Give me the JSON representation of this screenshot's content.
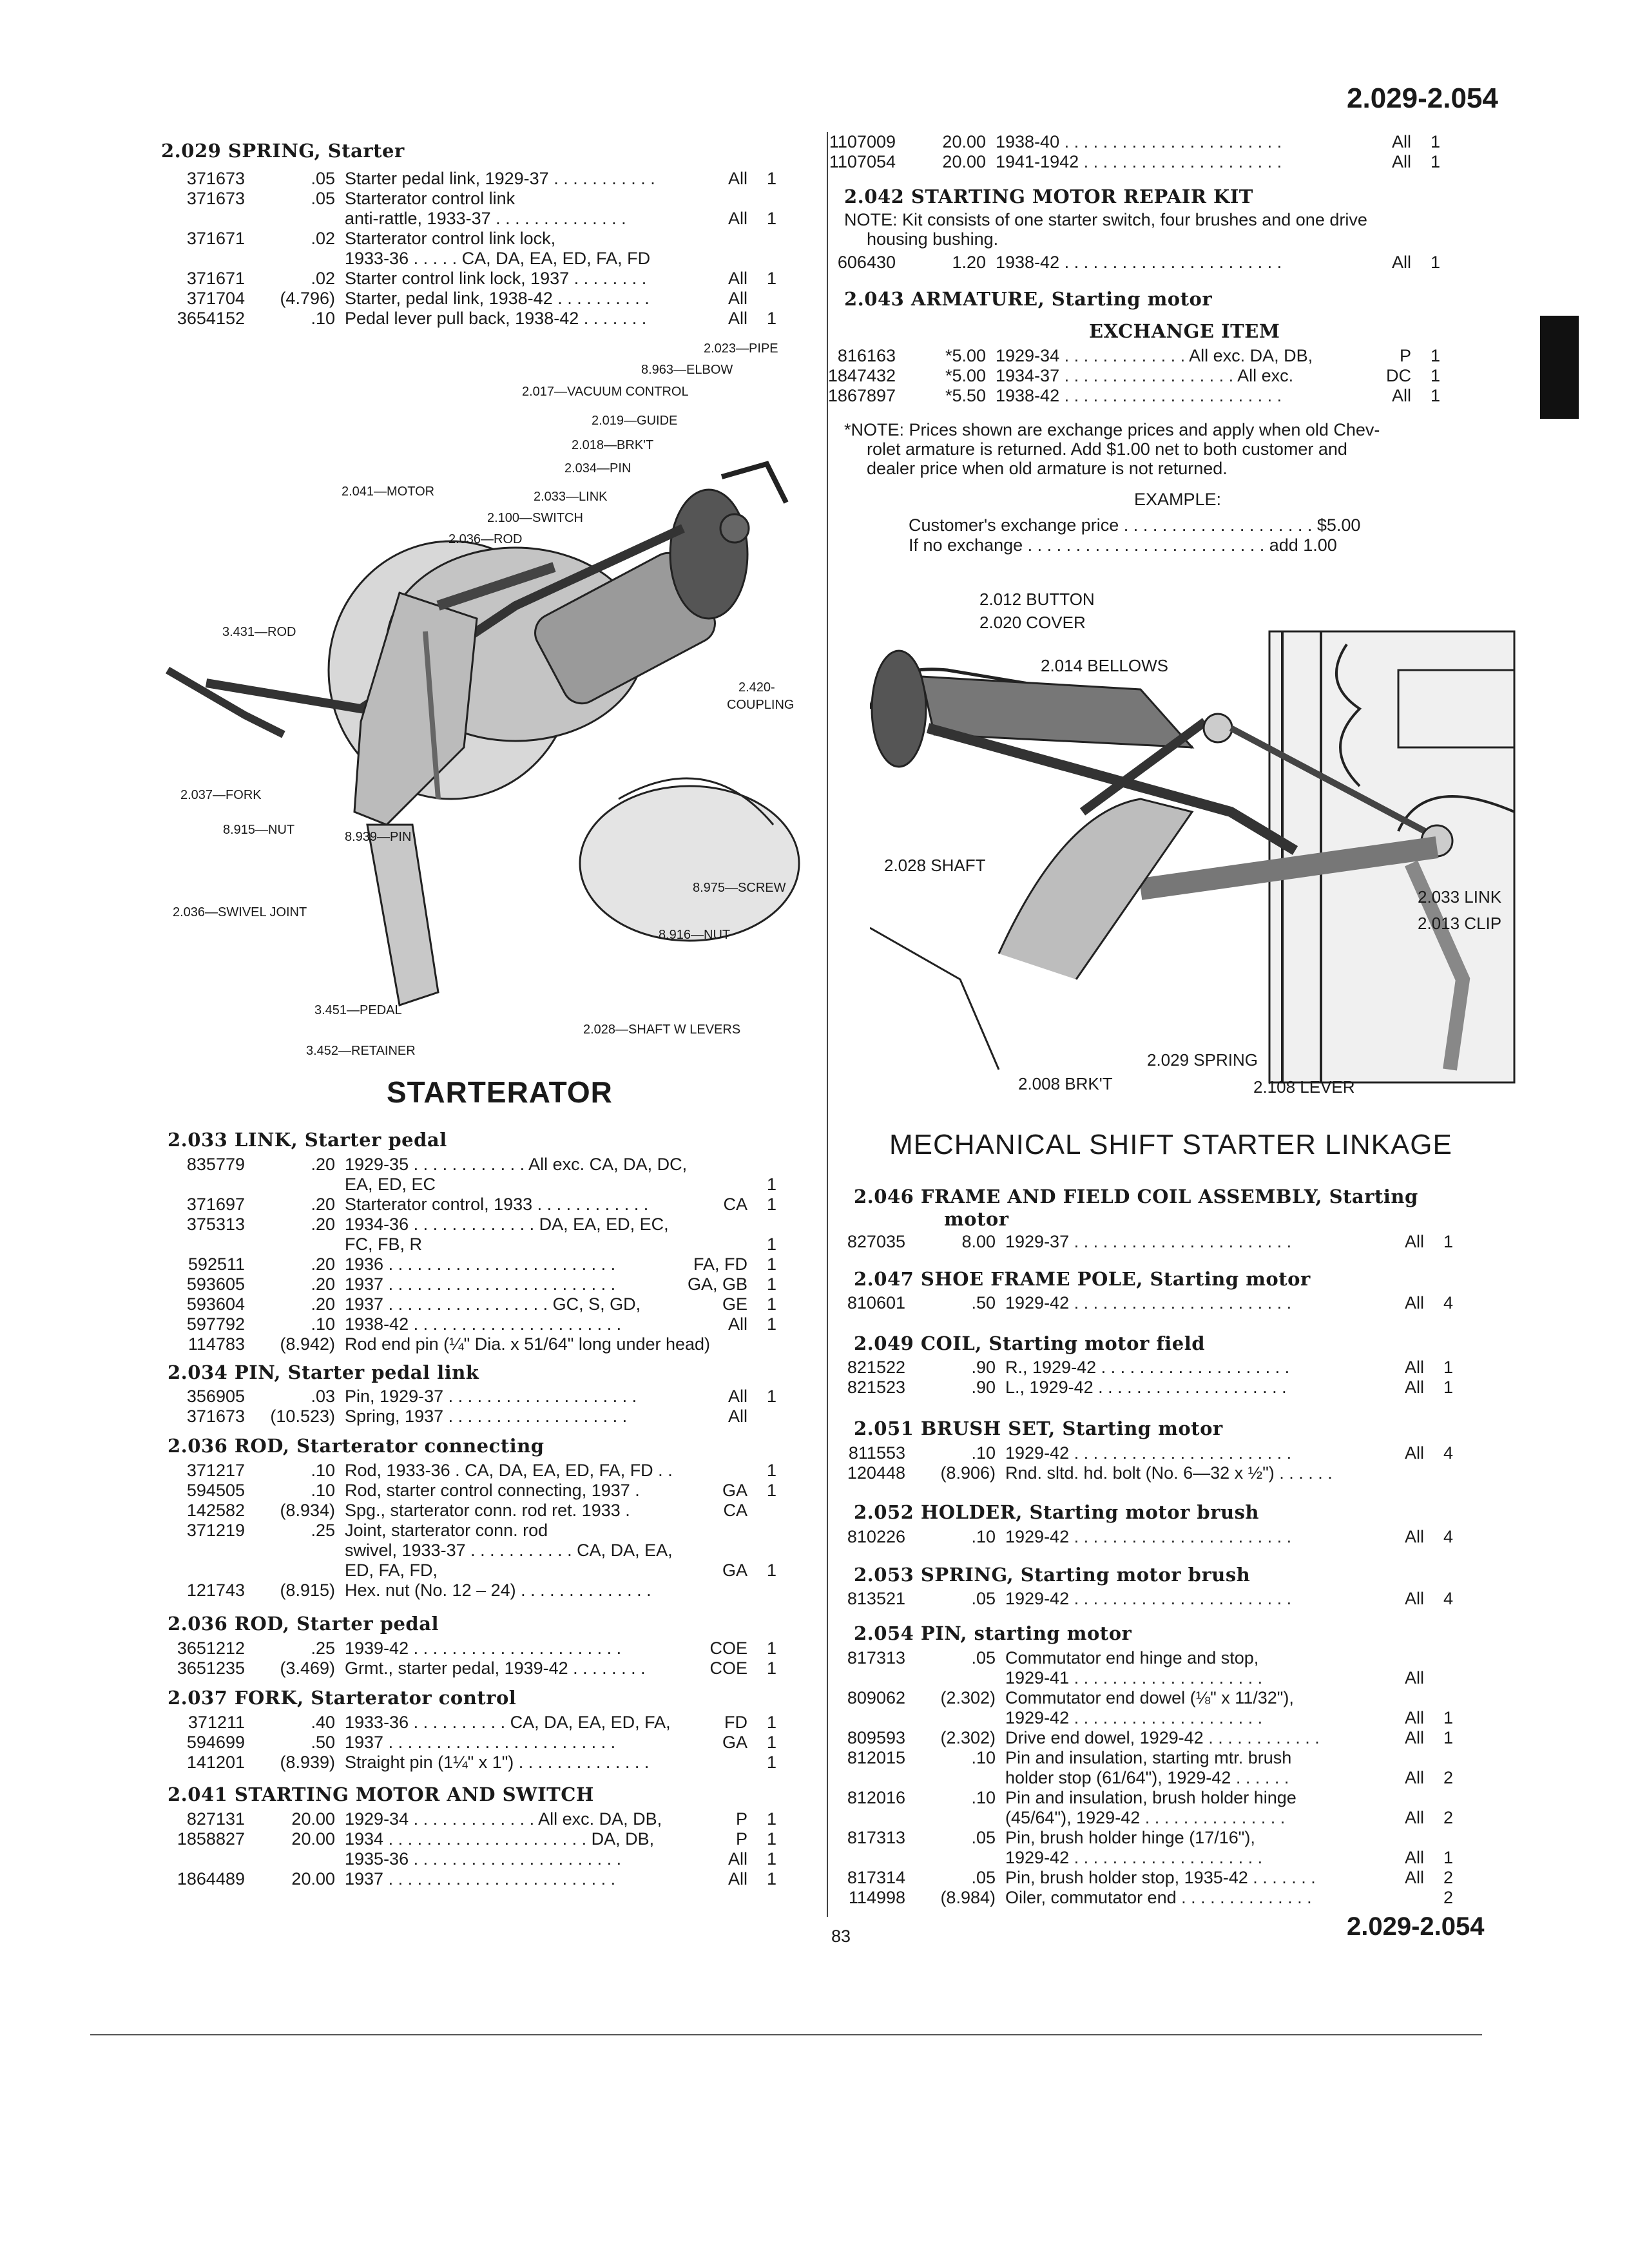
{
  "header": {
    "range_top": "2.029-2.054",
    "range_bottom": "2.029-2.054",
    "page_number": "83"
  },
  "left": {
    "sec_2029": {
      "title": "2.029  SPRING, Starter",
      "rows": [
        [
          "371673",
          ".05",
          "Starter pedal link, 1929-37 . . . . . . . . . . .",
          "All",
          "1"
        ],
        [
          "371673",
          ".05",
          "Starterator control link",
          "",
          ""
        ],
        [
          "",
          "",
          "   anti-rattle, 1933-37 . . . . . . . . . . . . . .",
          "All",
          "1"
        ],
        [
          "371671",
          ".02",
          "Starterator control link lock,",
          "",
          ""
        ],
        [
          "",
          "",
          "       1933-36 . . . . . CA, DA, EA, ED, FA, FD",
          "",
          ""
        ],
        [
          "371671",
          ".02",
          "Starter control link lock, 1937 . . . . . . . .",
          "All",
          "1"
        ],
        [
          "371704",
          "(4.796)",
          "Starter, pedal link, 1938-42 . . . . . . . . . .",
          "All",
          ""
        ],
        [
          "3654152",
          ".10",
          "Pedal lever pull back, 1938-42 . . . . . . .",
          "All",
          "1"
        ]
      ]
    },
    "diagram_labels": [
      "2.023—PIPE",
      "8.963—ELBOW",
      "2.017—VACUUM CONTROL",
      "2.019—GUIDE",
      "2.018—BRK'T",
      "2.034—PIN",
      "2.041—MOTOR",
      "2.033—LINK",
      "2.100—SWITCH",
      "2.036—ROD",
      "3.431—ROD",
      "2.420-",
      "COUPLING",
      "2.037—FORK",
      "8.915—NUT",
      "8.939—PIN",
      "2.036—SWIVEL JOINT",
      "8.975—SCREW",
      "8.916—NUT",
      "3.451—PEDAL",
      "3.452—RETAINER",
      "2.028—SHAFT W LEVERS"
    ],
    "diagram_title": "STARTERATOR",
    "sec_2033": {
      "title": "2.033  LINK, Starter pedal",
      "rows": [
        [
          "835779",
          ".20",
          "1929-35 . . . . . . . . . . . . All exc. CA, DA, DC,",
          "",
          ""
        ],
        [
          "",
          "",
          "                                               EA, ED, EC",
          "",
          "1"
        ],
        [
          "371697",
          ".20",
          "Starterator control, 1933 . . . . . . . . . . . .",
          "CA",
          "1"
        ],
        [
          "375313",
          ".20",
          "1934-36 . . . . . . . . . . . . .  DA, EA, ED, EC,",
          "",
          ""
        ],
        [
          "",
          "",
          "                                              FC, FB, R",
          "",
          "1"
        ],
        [
          "592511",
          ".20",
          "1936 . . . . . . . . . . . . . . . . . . . . . . . .",
          "FA, FD",
          "1"
        ],
        [
          "593605",
          ".20",
          "1937 . . . . . . . . . . . . . . . . . . . . . . . .",
          "GA, GB",
          "1"
        ],
        [
          "593604",
          ".20",
          "1937 . . . . . . . . . . . . . . . . . GC, S, GD,",
          "GE",
          "1"
        ],
        [
          "597792",
          ".10",
          "1938-42 . . . . . . . . . . . . . . . . . . . . . .",
          "All",
          "1"
        ],
        [
          "114783",
          "(8.942)",
          "Rod end pin (¼\" Dia. x 51/64\" long under head)",
          "",
          ""
        ]
      ]
    },
    "sec_2034": {
      "title": "2.034  PIN, Starter pedal link",
      "rows": [
        [
          "356905",
          ".03",
          "Pin, 1929-37 . . . . . . . . . . . . . . . . . . . .",
          "All",
          "1"
        ],
        [
          "371673",
          "(10.523)",
          "Spring, 1937 . . . . . . . . . . . . . . . . . . .",
          "All",
          ""
        ]
      ]
    },
    "sec_2036a": {
      "title": "2.036  ROD, Starterator connecting",
      "rows": [
        [
          "371217",
          ".10",
          "Rod, 1933-36 . CA, DA, EA, ED, FA, FD . .",
          "",
          "1"
        ],
        [
          "594505",
          ".10",
          "Rod, starter control connecting, 1937 .",
          "GA",
          "1"
        ],
        [
          "142582",
          "(8.934)",
          "Spg., starterator conn. rod ret. 1933 .",
          "CA",
          ""
        ],
        [
          "371219",
          ".25",
          "Joint, starterator conn. rod",
          "",
          ""
        ],
        [
          "",
          "",
          "      swivel, 1933-37 . . . . . . . . . . . CA, DA, EA,",
          "",
          ""
        ],
        [
          "",
          "",
          "                                    ED, FA, FD,",
          "GA",
          "1"
        ],
        [
          "121743",
          "(8.915)",
          "Hex. nut (No. 12 – 24) . . . . . . . . . . . . . .",
          "",
          ""
        ]
      ]
    },
    "sec_2036b": {
      "title": "2.036  ROD, Starter pedal",
      "rows": [
        [
          "3651212",
          ".25",
          "1939-42 . . . . . . . . . . . . . . . . . . . . . .",
          "COE",
          "1"
        ],
        [
          "3651235",
          "(3.469)",
          "Grmt., starter pedal, 1939-42 . . . . . . . .",
          "COE",
          "1"
        ]
      ]
    },
    "sec_2037": {
      "title": "2.037  FORK, Starterator control",
      "rows": [
        [
          "371211",
          ".40",
          "1933-36 . . . . . . . . . . CA, DA, EA, ED, FA,",
          "FD",
          "1"
        ],
        [
          "594699",
          ".50",
          "1937 . . . . . . . . . . . . . . . . . . . . . . . .",
          "GA",
          "1"
        ],
        [
          "141201",
          "(8.939)",
          "Straight pin (1¼\" x 1\") . . . . . . . . . . . . . .",
          "",
          "1"
        ]
      ]
    },
    "sec_2041": {
      "title": "2.041  STARTING MOTOR AND SWITCH",
      "rows": [
        [
          "827131",
          "20.00",
          "1929-34 . . . . . . . . . . . . . All exc. DA, DB,",
          "P",
          "1"
        ],
        [
          "1858827",
          "20.00",
          "1934 . . . . . . . . . . . . . . . . . . . . . DA, DB,",
          "P",
          "1"
        ],
        [
          "",
          "",
          "1935-36 . . . . . . . . . . . . . . . . . . . . . .",
          "All",
          "1"
        ],
        [
          "1864489",
          "20.00",
          "1937 . . . . . . . . . . . . . . . . . . . . . . . .",
          "All",
          "1"
        ]
      ]
    }
  },
  "right": {
    "top_rows": [
      [
        "1107009",
        "20.00",
        "1938-40 . . . . . . . . . . . . . . . . . . . . . . .",
        "All",
        "1"
      ],
      [
        "1107054",
        "20.00",
        "1941-1942 . . . . . . . . . . . . . . . . . . . . .",
        "All",
        "1"
      ]
    ],
    "sec_2042": {
      "title": "2.042  STARTING MOTOR REPAIR KIT",
      "note_1": "NOTE: Kit consists of one starter switch, four brushes and one drive",
      "note_2": "housing bushing.",
      "rows": [
        [
          "606430",
          "1.20",
          "1938-42 . . . . . . . . . . . . . . . . . . . . . . .",
          "All",
          "1"
        ]
      ]
    },
    "sec_2043": {
      "title": "2.043  ARMATURE, Starting motor",
      "subtitle": "EXCHANGE ITEM",
      "rows": [
        [
          "816163",
          "*5.00",
          "1929-34 . . . . . . . . . . . . . All exc. DA, DB,",
          "P",
          "1"
        ],
        [
          "1847432",
          "*5.00",
          "1934-37 . . . . . . . . . . . . . . . . . . All exc.",
          "DC",
          "1"
        ],
        [
          "1867897",
          "*5.50",
          "1938-42 . . . . . . . . . . . . . . . . . . . . . . .",
          "All",
          "1"
        ]
      ],
      "note_1": "*NOTE: Prices shown are exchange prices and apply when old Chev-",
      "note_2": "rolet armature is returned. Add $1.00 net to both customer and",
      "note_3": "dealer price when old armature is not returned.",
      "example_title": "EXAMPLE:",
      "example_1": "Customer's exchange price . . . . . . . . . . . . . . . . . . . . $5.00",
      "example_2": "If no exchange . . . . . . . . . . . . . . . . . . . . . . . . . add 1.00"
    },
    "diagram_labels": [
      "2.012 BUTTON",
      "2.020 COVER",
      "2.014 BELLOWS",
      "2.028 SHAFT",
      "2.033 LINK",
      "2.013 CLIP",
      "2.029 SPRING",
      "2.008 BRK'T",
      "2.108 LEVER"
    ],
    "diagram_title": "MECHANICAL SHIFT STARTER LINKAGE",
    "sec_2046": {
      "title": "2.046  FRAME AND FIELD COIL ASSEMBLY, Starting",
      "title_2": "motor",
      "rows": [
        [
          "827035",
          "8.00",
          "1929-37 . . . . . . . . . . . . . . . . . . . . . . .",
          "All",
          "1"
        ]
      ]
    },
    "sec_2047": {
      "title": "2.047  SHOE FRAME POLE, Starting motor",
      "rows": [
        [
          "810601",
          ".50",
          "1929-42 . . . . . . . . . . . . . . . . . . . . . . .",
          "All",
          "4"
        ]
      ]
    },
    "sec_2049": {
      "title": "2.049  COIL, Starting motor field",
      "rows": [
        [
          "821522",
          ".90",
          "R., 1929-42 . . . . . . . . . . . . . . . . . . . .",
          "All",
          "1"
        ],
        [
          "821523",
          ".90",
          "L., 1929-42 . . . . . . . . . . . . . . . . . . . .",
          "All",
          "1"
        ]
      ]
    },
    "sec_2051": {
      "title": "2.051  BRUSH SET, Starting motor",
      "rows": [
        [
          "811553",
          ".10",
          "1929-42 . . . . . . . . . . . . . . . . . . . . . . .",
          "All",
          "4"
        ],
        [
          "120448",
          "(8.906)",
          "Rnd. sltd. hd. bolt (No. 6—32 x ½\") . . . . . .",
          "",
          ""
        ]
      ]
    },
    "sec_2052": {
      "title": "2.052  HOLDER, Starting motor brush",
      "rows": [
        [
          "810226",
          ".10",
          "1929-42 . . . . . . . . . . . . . . . . . . . . . . .",
          "All",
          "4"
        ]
      ]
    },
    "sec_2053": {
      "title": "2.053  SPRING, Starting motor brush",
      "rows": [
        [
          "813521",
          ".05",
          "1929-42 . . . . . . . . . . . . . . . . . . . . . . .",
          "All",
          "4"
        ]
      ]
    },
    "sec_2054": {
      "title": "2.054  PIN, starting motor",
      "rows": [
        [
          "817313",
          ".05",
          "Commutator end hinge and stop,",
          "",
          ""
        ],
        [
          "",
          "",
          "     1929-41 . . . . . . . . . . . . . . . . . . . .",
          "All",
          ""
        ],
        [
          "809062",
          "(2.302)",
          "Commutator end dowel (⅛\" x 11/32\"),",
          "",
          ""
        ],
        [
          "",
          "",
          "     1929-42 . . . . . . . . . . . . . . . . . . . .",
          "All",
          "1"
        ],
        [
          "809593",
          "(2.302)",
          "Drive end dowel, 1929-42 . . . . . . . . . . . .",
          "All",
          "1"
        ],
        [
          "812015",
          ".10",
          "Pin and insulation, starting mtr. brush",
          "",
          ""
        ],
        [
          "",
          "",
          "     holder stop (61/64\"), 1929-42 . . . . . .",
          "All",
          "2"
        ],
        [
          "812016",
          ".10",
          "Pin and insulation, brush holder hinge",
          "",
          ""
        ],
        [
          "",
          "",
          "     (45/64\"), 1929-42 . . . . . . . . . . . . . . .",
          "All",
          "2"
        ],
        [
          "817313",
          ".05",
          "Pin, brush holder hinge (17/16\"),",
          "",
          ""
        ],
        [
          "",
          "",
          "     1929-42 . . . . . . . . . . . . . . . . . . . .",
          "All",
          "1"
        ],
        [
          "817314",
          ".05",
          "Pin, brush holder stop, 1935-42 . . . . . . .",
          "All",
          "2"
        ],
        [
          "114998",
          "(8.984)",
          "Oiler, commutator end . . . . . . . . . . . . . .",
          "",
          "2"
        ]
      ]
    }
  }
}
